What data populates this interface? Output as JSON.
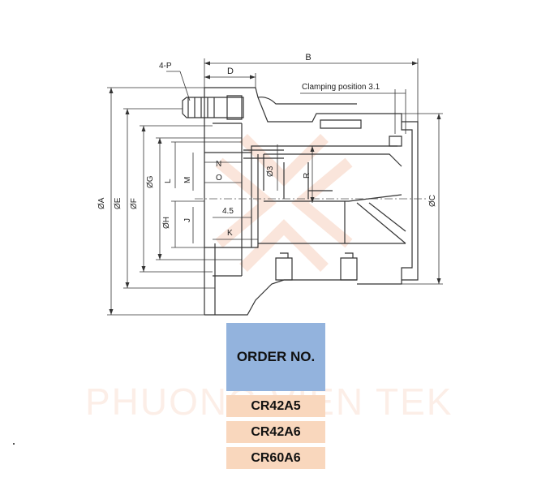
{
  "diagram": {
    "labels": {
      "b": "B",
      "d": "D",
      "four_p": "4-P",
      "clamping": "Clamping position 3.1",
      "phi_a": "ØA",
      "phi_e": "ØE",
      "phi_f": "ØF",
      "phi_g": "ØG",
      "phi_h": "ØH",
      "phi_3": "Ø3",
      "phi_c": "ØC",
      "l": "L",
      "m": "M",
      "n": "N",
      "o": "O",
      "j": "J",
      "k": "K",
      "r": "R",
      "dim_45": "4.5"
    }
  },
  "watermark": {
    "text": "PHUONG VIEN TEK"
  },
  "table": {
    "header": "ORDER NO.",
    "rows": [
      "CR42A5",
      "CR42A6",
      "CR60A6"
    ]
  }
}
